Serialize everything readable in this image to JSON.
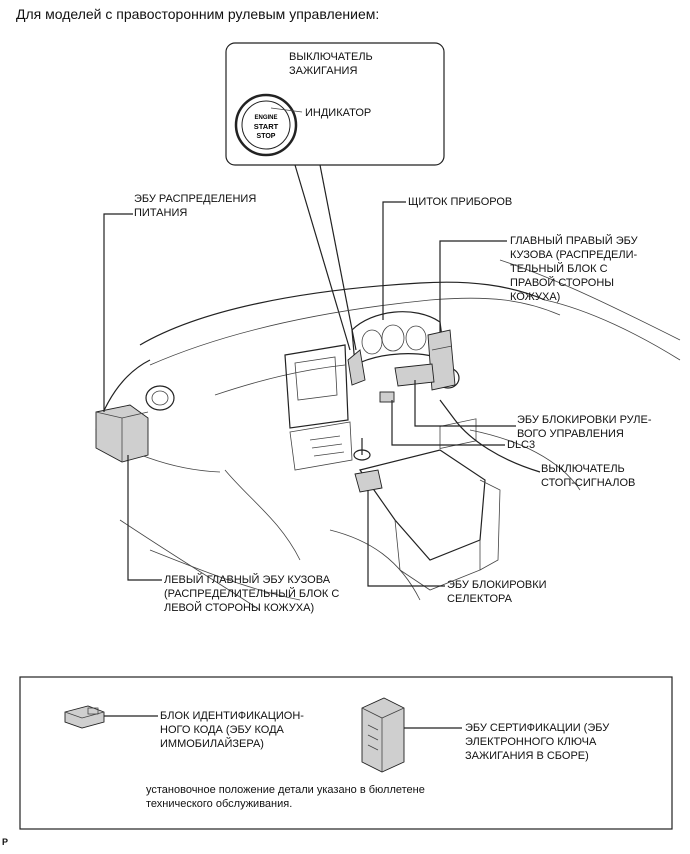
{
  "heading": "Для моделей с правосторонним рулевым управлением:",
  "labels": {
    "ignition_switch": "ВЫКЛЮЧАТЕЛЬ\nЗАЖИГАНИЯ",
    "indicator": "ИНДИКАТОР",
    "button_text": {
      "engine": "ENGINE",
      "start": "START",
      "stop": "STOP"
    },
    "power_dist_ecu": "ЭБУ РАСПРЕДЕЛЕНИЯ\nПИТАНИЯ",
    "instrument_panel": "ЩИТОК ПРИБОРОВ",
    "main_right_body_ecu": "ГЛАВНЫЙ ПРАВЫЙ ЭБУ\nКУЗОВА (РАСПРЕДЕЛИ-\nТЕЛЬНЫЙ БЛОК С\nПРАВОЙ СТОРОНЫ\nКОЖУХА)",
    "steering_lock_ecu": "ЭБУ БЛОКИРОВКИ РУЛЕ-\nВОГО УПРАВЛЕНИЯ",
    "dlc3": "DLC3",
    "stop_light_switch": "ВЫКЛЮЧАТЕЛЬ\nСТОП-СИГНАЛОВ",
    "left_main_body_ecu": "ЛЕВЫЙ ГЛАВНЫЙ ЭБУ КУЗОВА\n(РАСПРЕДЕЛИТЕЛЬНЫЙ БЛОК С\nЛЕВОЙ СТОРОНЫ КОЖУХА)",
    "shift_lock_ecu": "ЭБУ БЛОКИРОВКИ\nСЕЛЕКТОРА"
  },
  "legend": {
    "id_code_box": "БЛОК ИДЕНТИФИКАЦИОН-\nНОГО КОДА (ЭБУ КОДА\nИММОБИЛАЙЗЕРА)",
    "certification_ecu": "ЭБУ СЕРТИФИКАЦИИ (ЭБУ\nЭЛЕКТРОННОГО КЛЮЧА\nЗАЖИГАНИЯ В СБОРЕ)",
    "note": "установочное положение детали указано в бюллетене\nтехнического обслуживания."
  },
  "page_code": "P"
}
